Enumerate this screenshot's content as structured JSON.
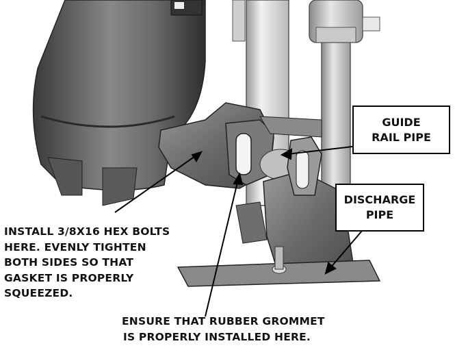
{
  "labels": {
    "guide_rail": [
      "GUIDE",
      "RAIL PIPE"
    ],
    "discharge": [
      "DISCHARGE",
      "PIPE"
    ]
  },
  "notes": {
    "bolts": [
      "INSTALL 3/8X16 HEX BOLTS",
      "HERE. EVENLY TIGHTEN",
      "BOTH SIDES SO THAT",
      "GASKET IS PROPERLY",
      "SQUEEZED."
    ],
    "grommet": [
      "ENSURE THAT RUBBER GROMMET",
      "IS PROPERLY INSTALLED HERE."
    ]
  },
  "colors": {
    "casting_dark": "#4a4a4a",
    "casting_mid": "#777777",
    "casting_light": "#a8a8a8",
    "pipe": "#dcdcdc"
  }
}
